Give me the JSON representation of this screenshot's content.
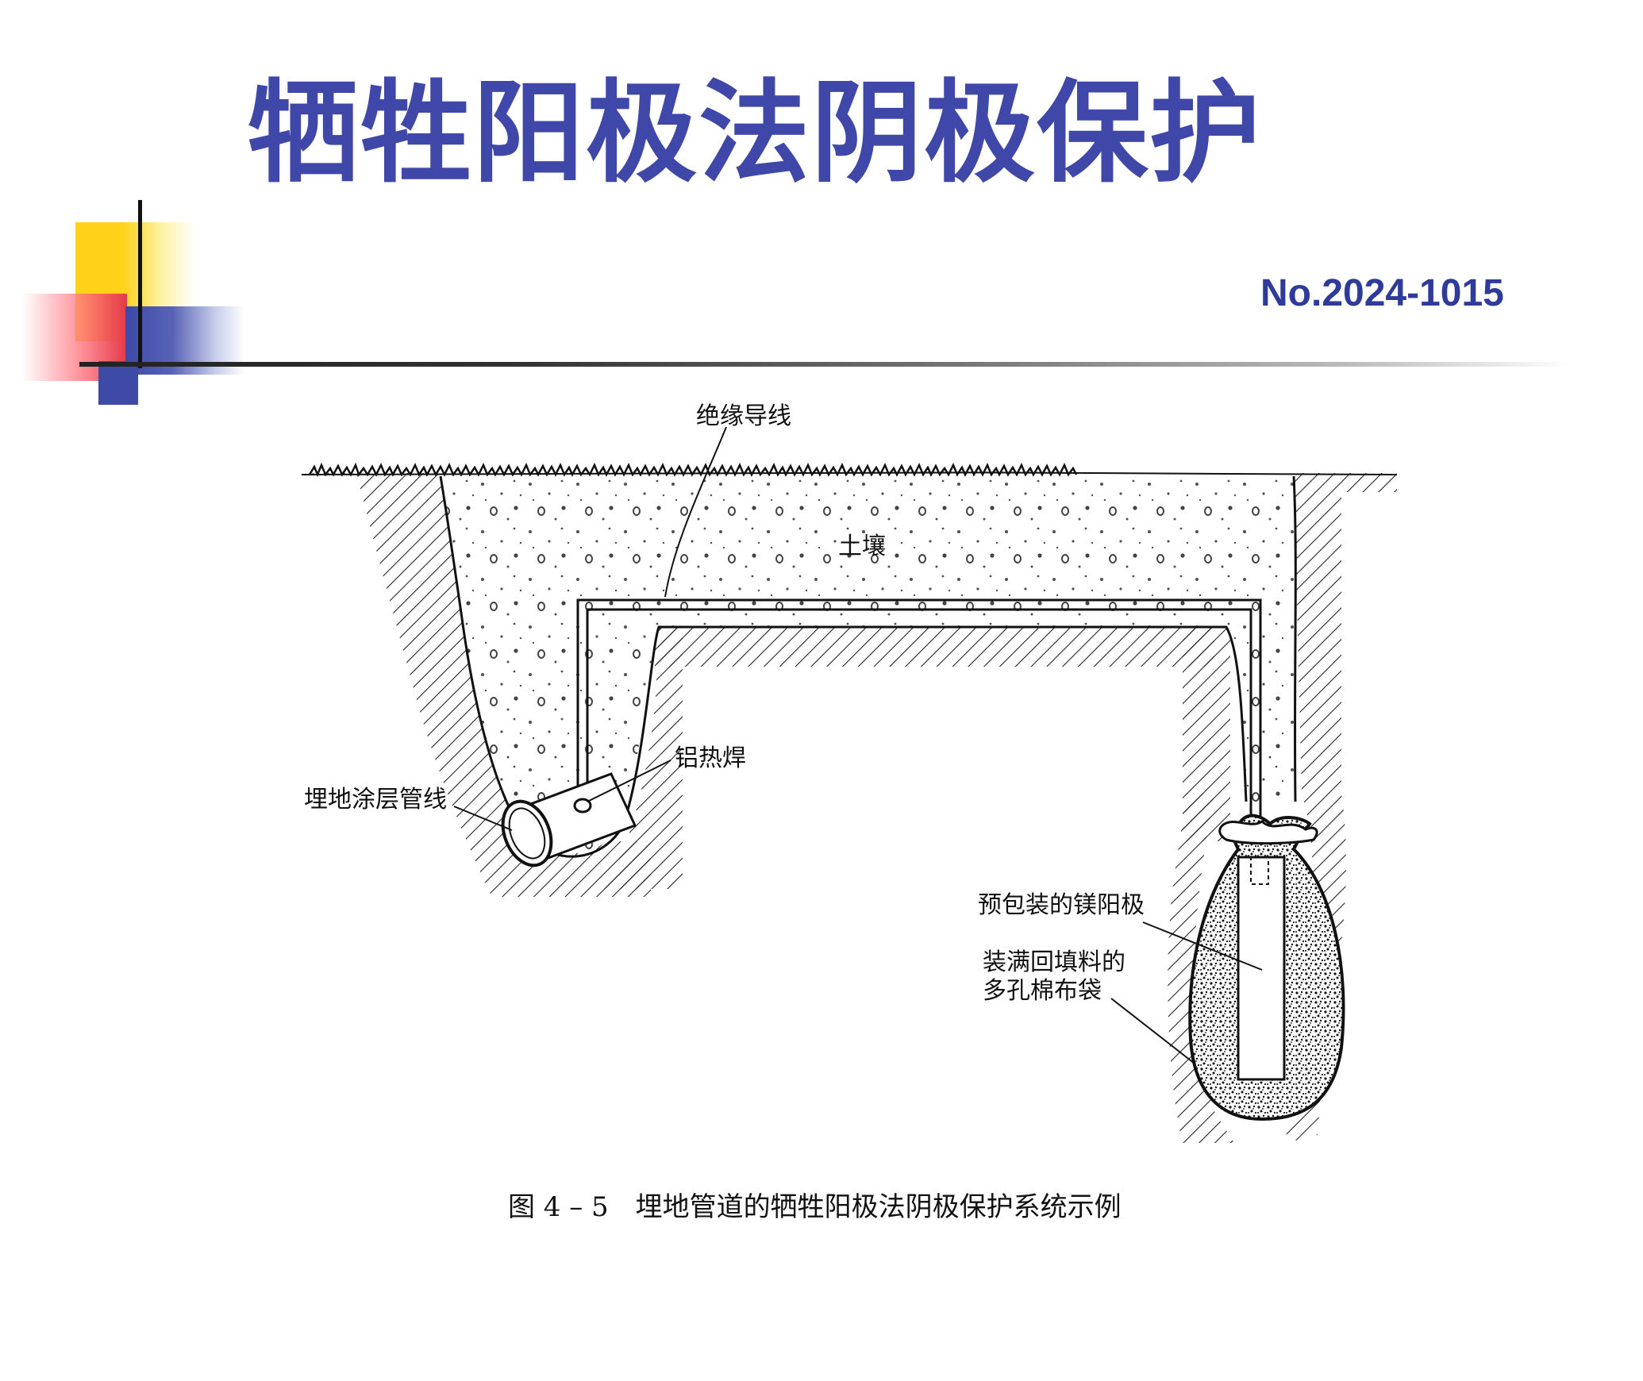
{
  "slide": {
    "title": "牺牲阳极法阴极保护",
    "doc_number": "No.2024-1015"
  },
  "diagram": {
    "labels": {
      "insulated_wire": "绝缘导线",
      "soil": "土壤",
      "thermite_weld": "铝热焊",
      "buried_coated_pipeline": "埋地涂层管线",
      "prepackaged_magnesium_anode": "预包装的镁阳极",
      "backfill_bag_line1": "装满回填料的",
      "backfill_bag_line2": "多孔棉布袋"
    },
    "caption": "图 4 – 5　埋地管道的牺牲阳极法阴极保护系统示例"
  },
  "colors": {
    "title": "#3f48a8",
    "doc_number": "#2f3b9a",
    "accent_yellow": "#ffd21a",
    "accent_red": "#e53a48",
    "accent_blue": "#3d4aa6",
    "line_art": "#111111"
  }
}
